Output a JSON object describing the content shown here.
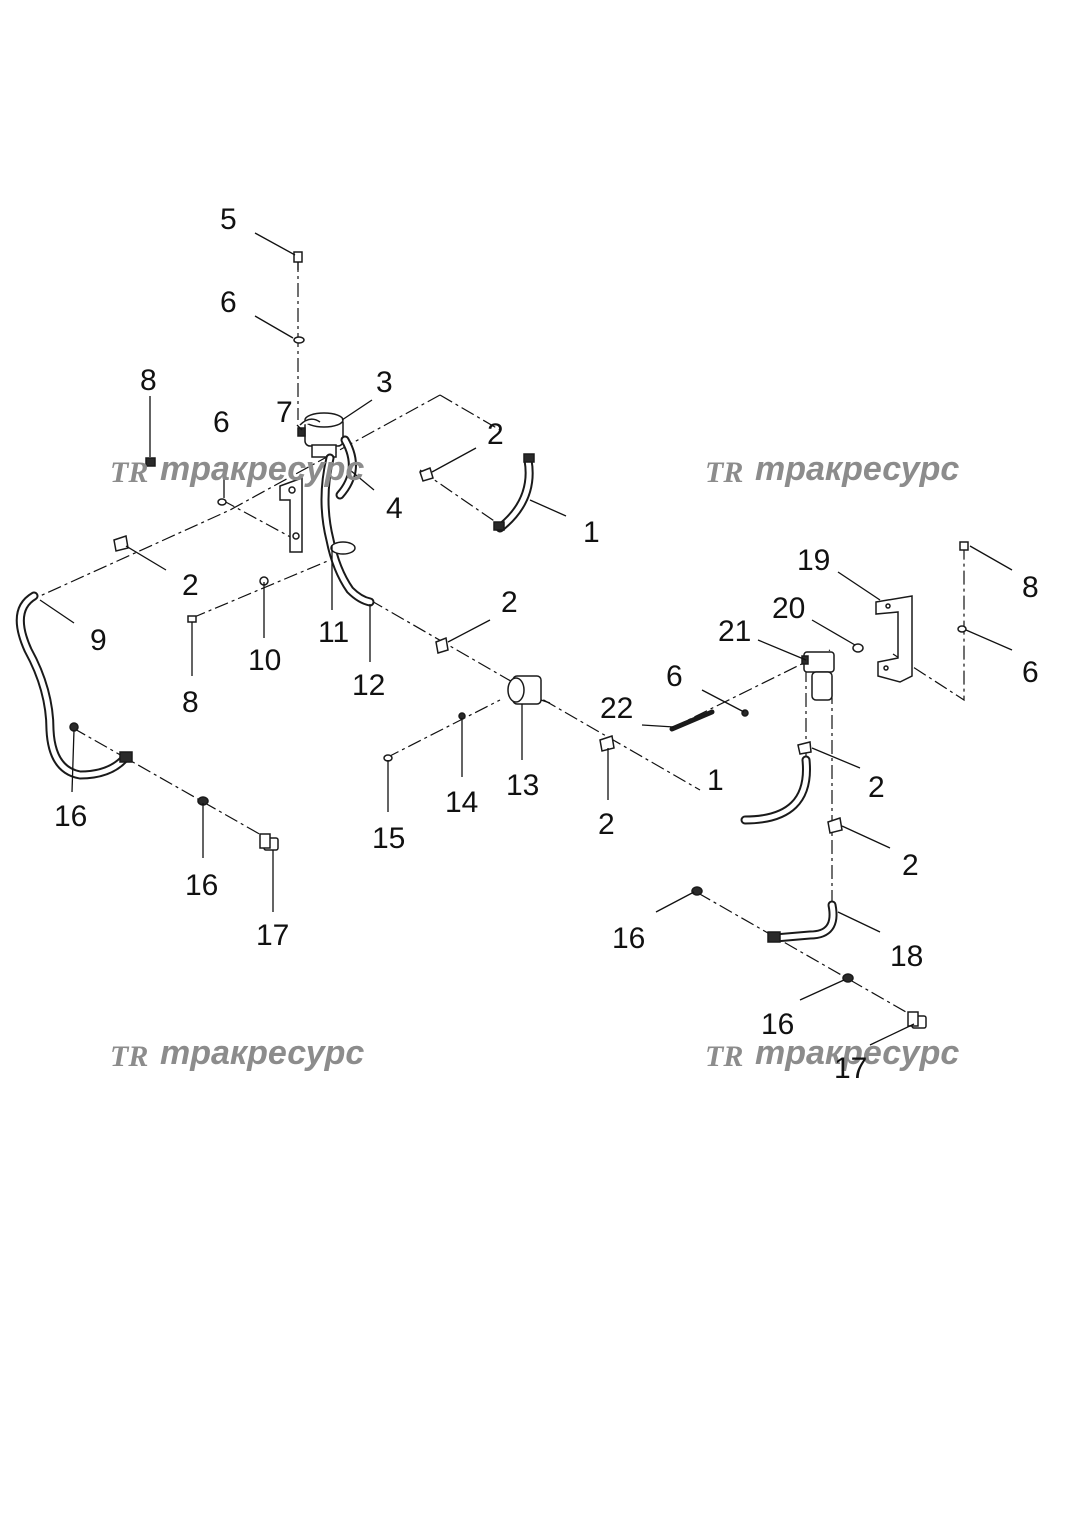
{
  "watermark": {
    "logo": "TR",
    "text": "тракресурс"
  },
  "callouts": {
    "c1a": "1",
    "c1b": "1",
    "c2a": "2",
    "c2b": "2",
    "c2c": "2",
    "c2d": "2",
    "c2e": "2",
    "c2f": "2",
    "c3": "3",
    "c4": "4",
    "c5": "5",
    "c6a": "6",
    "c6b": "6",
    "c6c": "6",
    "c6d": "6",
    "c7": "7",
    "c8a": "8",
    "c8b": "8",
    "c8c": "8",
    "c9": "9",
    "c10": "10",
    "c11": "11",
    "c12": "12",
    "c13": "13",
    "c14": "14",
    "c15": "15",
    "c16a": "16",
    "c16b": "16",
    "c16c": "16",
    "c16d": "16",
    "c17a": "17",
    "c17b": "17",
    "c18": "18",
    "c19": "19",
    "c20": "20",
    "c21": "21",
    "c22": "22"
  }
}
